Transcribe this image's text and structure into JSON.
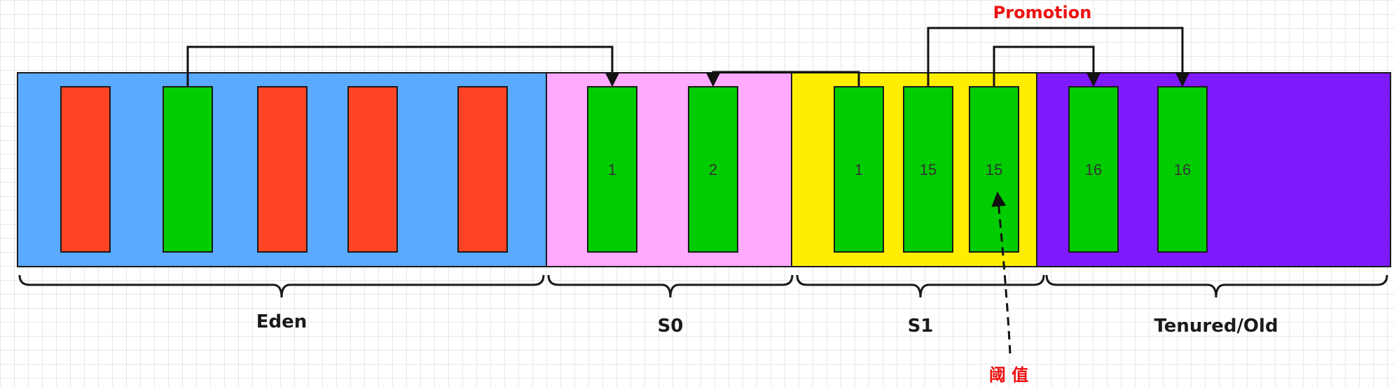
{
  "colors": {
    "eden": "#5aaaff",
    "s0": "#ffaaff",
    "s1": "#ffee00",
    "old": "#7f1aff",
    "live_object": "#00cc00",
    "dead_object": "#ff4426",
    "promotion": "#ee1111",
    "threshold": "#ee1111"
  },
  "regions": {
    "eden": "Eden",
    "s0": "S0",
    "s1": "S1",
    "old": "Tenured/Old"
  },
  "objects": {
    "s0_a": "1",
    "s0_b": "2",
    "s1_a": "1",
    "s1_b": "15",
    "s1_c": "15",
    "old_a": "16",
    "old_b": "16"
  },
  "annotations": {
    "promotion": "Promotion",
    "threshold": "阈 值"
  }
}
